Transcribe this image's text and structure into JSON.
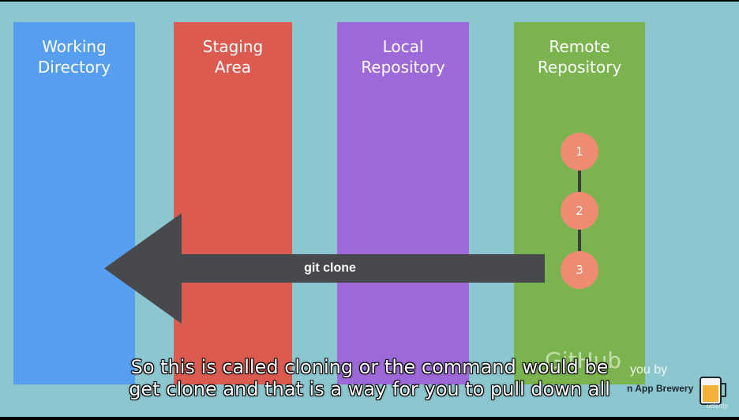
{
  "columns": {
    "working_directory": {
      "title": "Working\nDirectory",
      "color": "#559ef0"
    },
    "staging_area": {
      "title": "Staging\nArea",
      "color": "#dc5b50"
    },
    "local_repository": {
      "title": "Local\nRepository",
      "color": "#9d69d8"
    },
    "remote_repository": {
      "title": "Remote\nRepository",
      "color": "#7bb44e"
    }
  },
  "commits": [
    "1",
    "2",
    "3"
  ],
  "arrow": {
    "label": "git clone",
    "direction": "left",
    "color": "#48494c"
  },
  "background_color": "#8cc7cf",
  "watermark": {
    "remote_label": "GitHub",
    "credit_by": "you by",
    "credit_brand": "n App Brewery",
    "platform": "udemy"
  },
  "subtitles": {
    "line1": "So this is called cloning or the command would be",
    "line2": "get clone and that is a way for you to pull down all"
  }
}
